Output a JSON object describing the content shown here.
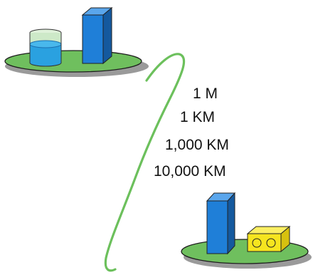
{
  "distances": [
    "1 M",
    "1 KM",
    "1,000 KM",
    "10,000 KM"
  ],
  "colors": {
    "platform_green": "#6fbf5e",
    "platform_shadow": "#9a9a9a",
    "tower_blue": "#1f7fd8",
    "water_blue": "#2aa1e0",
    "cup_glass": "#cde9c8",
    "box_yellow": "#f6e51f",
    "link_green": "#6cc05c"
  },
  "icons": {
    "top_site": [
      "cup-icon",
      "tower-icon"
    ],
    "bottom_site": [
      "tower-icon",
      "yellow-box-icon"
    ],
    "link": "network-link-icon"
  }
}
